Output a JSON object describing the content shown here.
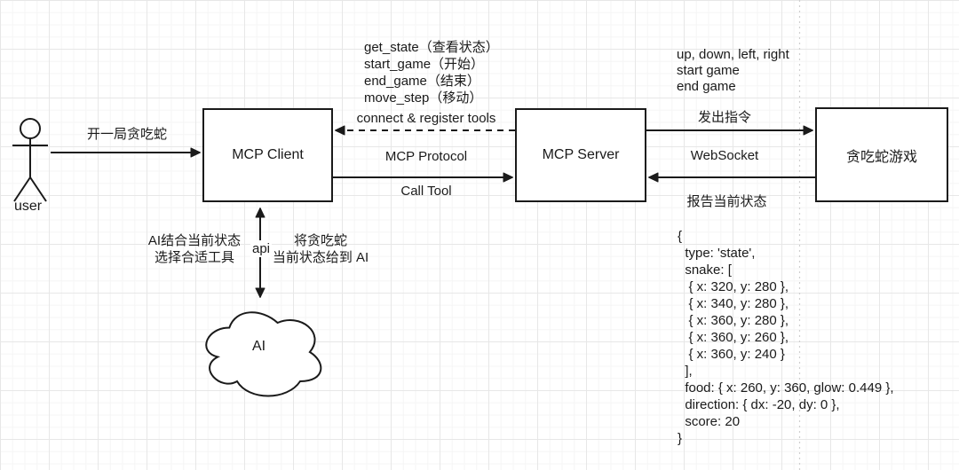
{
  "nodes": {
    "user_label": "user",
    "mcp_client": "MCP Client",
    "mcp_server": "MCP Server",
    "snake_game": "贪吃蛇游戏",
    "ai_cloud": "AI"
  },
  "edges": {
    "user_to_client": "开一局贪吃蛇",
    "connect_register": "connect & register tools",
    "mcp_protocol": "MCP Protocol",
    "call_tool": "Call Tool",
    "send_command": "发出指令",
    "websocket": "WebSocket",
    "report_state": "报告当前状态",
    "api": "api"
  },
  "notes": {
    "tool_list": "get_state（查看状态）\nstart_game（开始）\nend_game（结束）\nmove_step（移动）",
    "game_commands": "up, down, left, right\nstart game\nend game",
    "ai_selects_tool": "AI结合当前状态\n选择合适工具",
    "state_to_ai": "将贪吃蛇\n当前状态给到 AI",
    "state_payload": "{\n  type: 'state',\n  snake: [\n   { x: 320, y: 280 },\n   { x: 340, y: 280 },\n   { x: 360, y: 280 },\n   { x: 360, y: 260 },\n   { x: 360, y: 240 }\n  ],\n  food: { x: 260, y: 360, glow: 0.449 },\n  direction: { dx: -20, dy: 0 },\n  score: 20\n}"
  },
  "colors": {
    "line": "#1a1a1a",
    "text": "#1a1a1a",
    "background": "#ffffff",
    "grid_minor": "#f5f5f5",
    "grid_major": "#e7e7e7",
    "page_boundary": "#cfcfcf"
  }
}
